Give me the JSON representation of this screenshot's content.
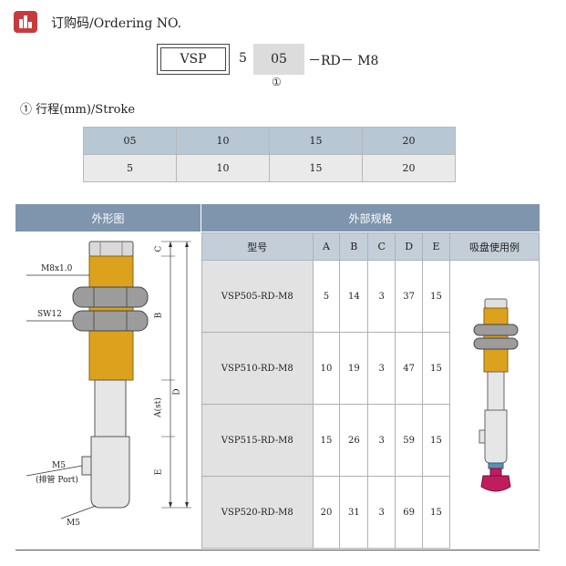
{
  "header": {
    "icon": "product-code-icon",
    "title": "订购码/Ordering NO."
  },
  "order_code": {
    "prefix": "VSP",
    "size": "5",
    "stroke": "05",
    "suffix": "－RD－  M8",
    "stroke_marker": "①"
  },
  "stroke": {
    "title": "① 行程(mm)/Stroke",
    "codes": [
      "05",
      "10",
      "15",
      "20"
    ],
    "values": [
      "5",
      "10",
      "15",
      "20"
    ]
  },
  "panel": {
    "left_header": "外形图",
    "right_header": "外部规格"
  },
  "diagram": {
    "thread_label": "M8x1.0",
    "nut_label": "SW12",
    "port_label": "M5",
    "port_sub_label": "(排管 Port)",
    "bottom_label": "M5",
    "dim_c": "C",
    "dim_b": "B",
    "dim_d": "D",
    "dim_a": "A(st)",
    "dim_e": "E",
    "colors": {
      "brass": "#dca21e",
      "nut": "#9c9c9c",
      "body": "#d8d8d8"
    }
  },
  "spec": {
    "columns": [
      "型号",
      "A",
      "B",
      "C",
      "D",
      "E",
      "吸盘使用例"
    ],
    "rows": [
      {
        "model": "VSP505-RD-M8",
        "a": "5",
        "b": "14",
        "c": "3",
        "d": "37",
        "e": "15"
      },
      {
        "model": "VSP510-RD-M8",
        "a": "10",
        "b": "19",
        "c": "3",
        "d": "47",
        "e": "15"
      },
      {
        "model": "VSP515-RD-M8",
        "a": "15",
        "b": "26",
        "c": "3",
        "d": "59",
        "e": "15"
      },
      {
        "model": "VSP520-RD-M8",
        "a": "20",
        "b": "31",
        "c": "3",
        "d": "69",
        "e": "15"
      }
    ]
  }
}
